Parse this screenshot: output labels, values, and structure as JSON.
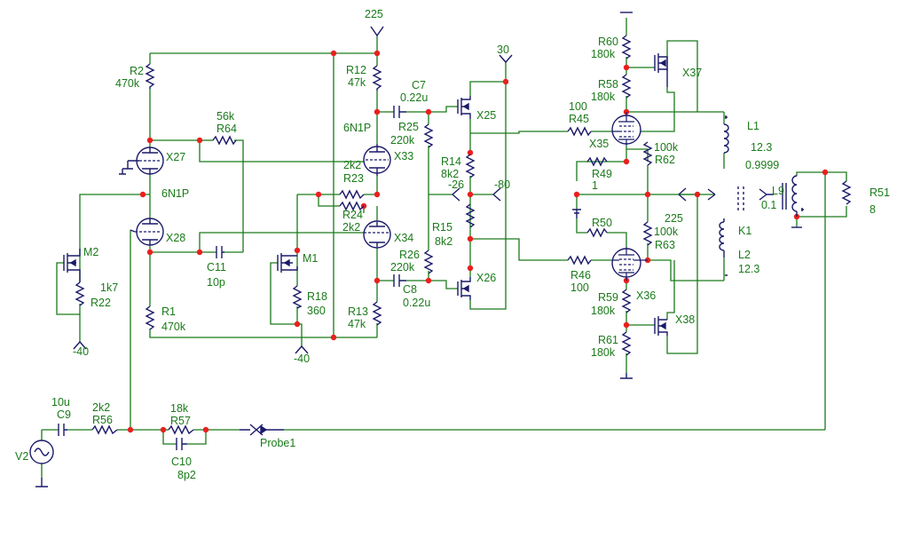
{
  "labels": {
    "v225_top": "225",
    "v30": "30",
    "r2_name": "R2",
    "r2_val": "470k",
    "r64_val": "56k",
    "r64_name": "R64",
    "x27": "X27",
    "tube_a": "6N1P",
    "x28": "X28",
    "m2": "M2",
    "r22_val": "1k7",
    "r22_name": "R22",
    "neg40_left": "-40",
    "c11_name": "C11",
    "c11_val": "10p",
    "r1_name": "R1",
    "r1_val": "470k",
    "r12_name": "R12",
    "r12_val": "47k",
    "tube_b": "6N1P",
    "r23_val": "2k2",
    "r23_name": "R23",
    "x33": "X33",
    "r24_name": "R24",
    "r24_val": "2k2",
    "x34": "X34",
    "m1": "M1",
    "r18_name": "R18",
    "r18_val": "360",
    "neg40_mid": "-40",
    "r13_name": "R13",
    "r13_val": "47k",
    "c7_name": "C7",
    "c7_val": "0.22u",
    "r25_name": "R25",
    "r25_val": "220k",
    "x25": "X25",
    "r14_name": "R14",
    "r14_val": "8k2",
    "neg26": "-26",
    "neg80": "-80",
    "r15_name": "R15",
    "r15_val": "8k2",
    "r26_name": "R26",
    "r26_val": "220k",
    "c8_name": "C8",
    "c8_val": "0.22u",
    "x26": "X26",
    "r60_name": "R60",
    "r60_val": "180k",
    "x37": "X37",
    "r58_name": "R58",
    "r58_val": "180k",
    "r45_val": "100",
    "r45_name": "R45",
    "x35": "X35",
    "r62_val": "100k",
    "r62_name": "R62",
    "r49_name": "R49",
    "r49_val": "1",
    "v225_mid": "225",
    "r50_name": "R50",
    "r63_val": "100k",
    "r63_name": "R63",
    "r46_name": "R46",
    "r46_val": "100",
    "x36": "X36",
    "r59_name": "R59",
    "r59_val": "180k",
    "x38": "X38",
    "r61_name": "R61",
    "r61_val": "180k",
    "l1_name": "L1",
    "l1_val": "12.3",
    "k_val": "0.9999",
    "k1_name": "K1",
    "l2_name": "L2",
    "l2_val": "12.3",
    "l9_name": "L9",
    "l9_val": "0.1",
    "r51_name": "R51",
    "r51_val": "8",
    "c9_val": "10u",
    "c9_name": "C9",
    "r56_val": "2k2",
    "r56_name": "R56",
    "r57_val": "18k",
    "r57_name": "R57",
    "c10_name": "C10",
    "c10_val": "8p2",
    "probe1": "Probe1",
    "v2": "V2"
  },
  "colors": {
    "wire": "#1a7a1a",
    "component": "#1a1a6a",
    "node": "#e8201e",
    "background": "#ffffff"
  }
}
